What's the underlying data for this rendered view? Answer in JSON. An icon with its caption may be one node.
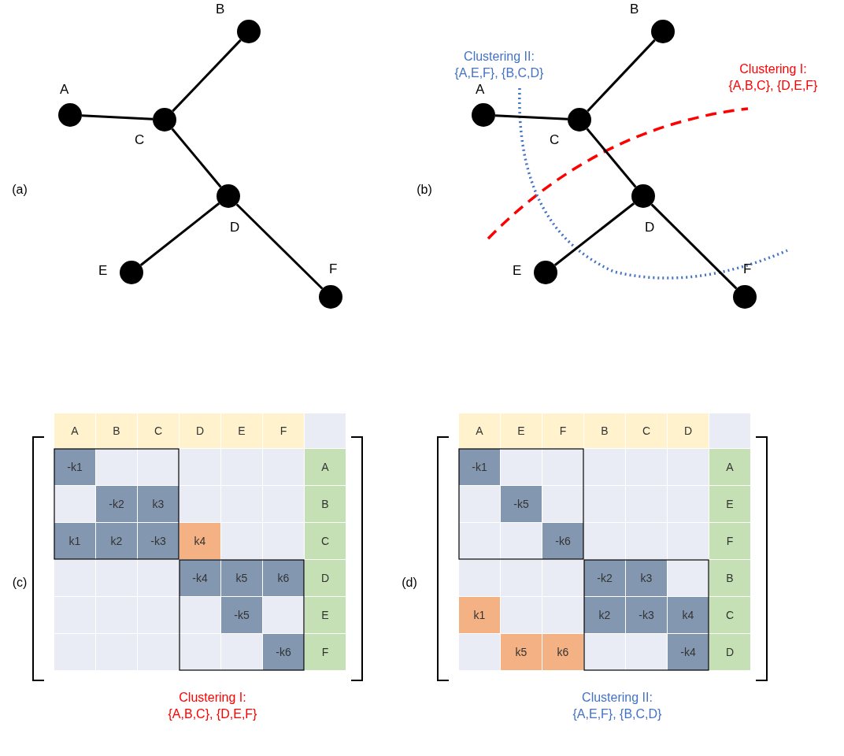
{
  "diagram": {
    "nodes": [
      {
        "text": [],
        "shape": "circle",
        "beside": [
          "A"
        ]
      },
      {
        "text": [],
        "shape": "circle",
        "beside": [
          "B"
        ]
      },
      {
        "text": [],
        "shape": "circle",
        "beside": [
          "C"
        ]
      },
      {
        "text": [],
        "shape": "circle",
        "beside": [
          "D"
        ]
      },
      {
        "text": [],
        "shape": "circle",
        "beside": [
          "E"
        ]
      },
      {
        "text": [],
        "shape": "circle",
        "beside": [
          "F"
        ]
      },
      {
        "text": [],
        "shape": "circle",
        "beside": [
          "A"
        ]
      },
      {
        "text": [],
        "shape": "circle",
        "beside": [
          "B"
        ]
      },
      {
        "text": [],
        "shape": "circle",
        "beside": [
          "C"
        ]
      },
      {
        "text": [],
        "shape": "circle",
        "beside": [
          "D"
        ]
      },
      {
        "text": [],
        "shape": "circle",
        "beside": [
          "E"
        ]
      },
      {
        "text": [],
        "shape": "circle",
        "beside": [
          "F"
        ]
      }
    ],
    "edges": [
      {
        "from": 0,
        "to": 2,
        "arrow": "none"
      },
      {
        "from": 1,
        "to": 2,
        "arrow": "none"
      },
      {
        "from": 2,
        "to": 3,
        "arrow": "none"
      },
      {
        "from": 3,
        "to": 4,
        "arrow": "none"
      },
      {
        "from": 3,
        "to": 5,
        "arrow": "none"
      },
      {
        "from": 6,
        "to": 8,
        "arrow": "none"
      },
      {
        "from": 7,
        "to": 8,
        "arrow": "none"
      },
      {
        "from": 8,
        "to": 9,
        "arrow": "none"
      },
      {
        "from": 9,
        "to": 10,
        "arrow": "none"
      },
      {
        "from": 9,
        "to": 11,
        "arrow": "none"
      }
    ],
    "labels": [
      "Clustering II: {A,E,F}, {B,C,D}",
      "Clustering I: {A,B,C}, {D,E,F}",
      "(a)",
      "(b)",
      "(c)",
      "A",
      "B",
      "C",
      "D",
      "E",
      "F",
      "-k1",
      "A",
      "-k2",
      "k3",
      "B",
      "k1",
      "k2",
      "-k3",
      "k4",
      "C",
      "-k4",
      "k5",
      "k6",
      "D",
      "-k5",
      "E",
      "-k6",
      "F",
      "(d)",
      "A",
      "E",
      "F",
      "B",
      "C",
      "D",
      "-k1",
      "A",
      "-k5",
      "E",
      "-k6",
      "F",
      "-k2",
      "k3",
      "B",
      "k1",
      "k2",
      "-k3",
      "k4",
      "C",
      "k5",
      "k6",
      "-k4",
      "D",
      "Clustering I: {A,B,C}, {D,E,F}",
      "Clustering II: {A,E,F}, {B,C,D}"
    ]
  }
}
